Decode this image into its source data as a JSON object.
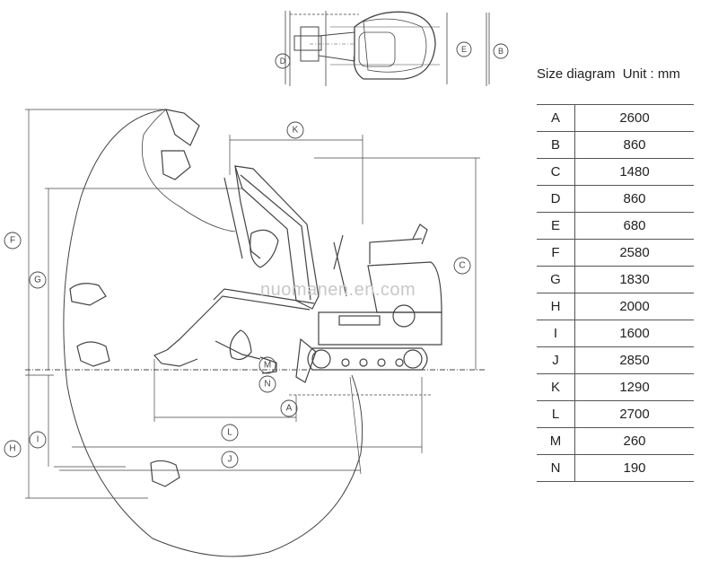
{
  "table": {
    "title": "Size diagram",
    "unit": "Unit : mm",
    "rows": [
      {
        "key": "A",
        "value": "2600"
      },
      {
        "key": "B",
        "value": "860"
      },
      {
        "key": "C",
        "value": "1480"
      },
      {
        "key": "D",
        "value": "860"
      },
      {
        "key": "E",
        "value": "680"
      },
      {
        "key": "F",
        "value": "2580"
      },
      {
        "key": "G",
        "value": "1830"
      },
      {
        "key": "H",
        "value": "2000"
      },
      {
        "key": "I",
        "value": "1600"
      },
      {
        "key": "J",
        "value": "2850"
      },
      {
        "key": "K",
        "value": "1290"
      },
      {
        "key": "L",
        "value": "2700"
      },
      {
        "key": "M",
        "value": "260"
      },
      {
        "key": "N",
        "value": "190"
      }
    ]
  },
  "watermark": "nuomanen.en.com",
  "labels": {
    "A": "A",
    "B": "B",
    "C": "C",
    "D": "D",
    "E": "E",
    "F": "F",
    "G": "G",
    "H": "H",
    "I": "I",
    "J": "J",
    "K": "K",
    "L": "L",
    "M": "M",
    "N": "N"
  }
}
